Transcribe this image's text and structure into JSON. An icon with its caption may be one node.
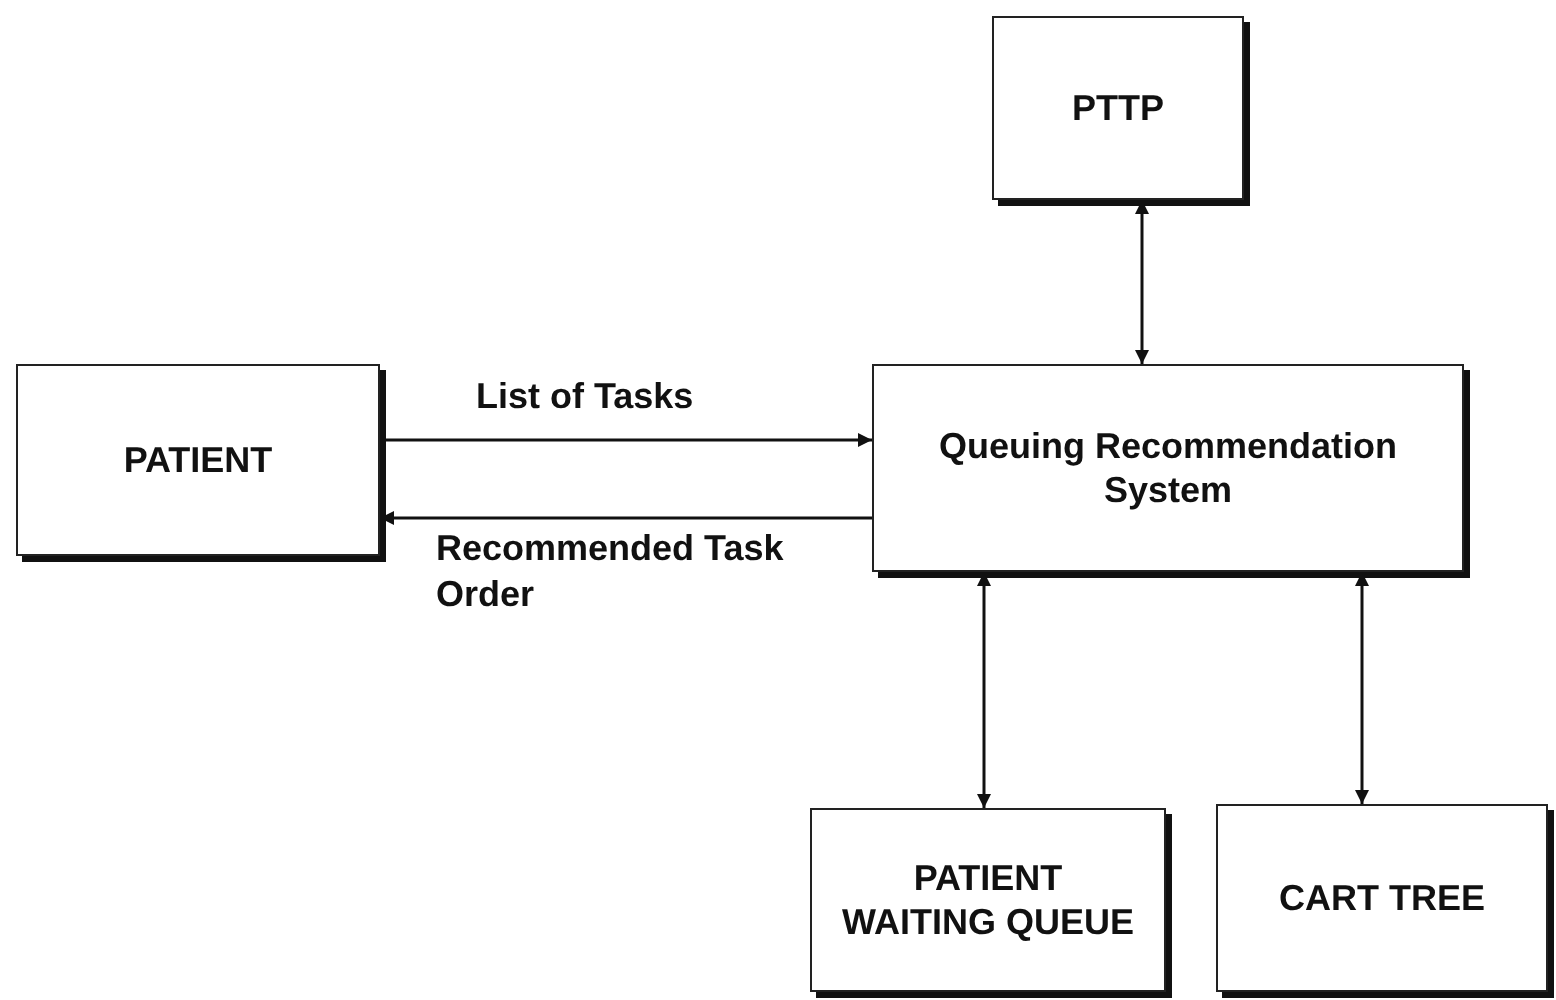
{
  "diagram": {
    "nodes": [
      {
        "text": [
          "PTTP"
        ]
      },
      {
        "text": [
          "PATIENT"
        ]
      },
      {
        "text": [
          "Queuing Recommendation System"
        ]
      },
      {
        "text": [
          "PATIENT WAITING QUEUE"
        ]
      },
      {
        "text": [
          "CART TREE"
        ]
      }
    ],
    "edges": [
      {
        "from": 1,
        "to": 2,
        "arrow": "to",
        "label": "List of Tasks"
      },
      {
        "from": 2,
        "to": 1,
        "arrow": "to",
        "label": "Recommended Task Order"
      },
      {
        "from": 0,
        "to": 2,
        "arrow": "both"
      },
      {
        "from": 2,
        "to": 3,
        "arrow": "both"
      },
      {
        "from": 2,
        "to": 4,
        "arrow": "both"
      }
    ]
  }
}
